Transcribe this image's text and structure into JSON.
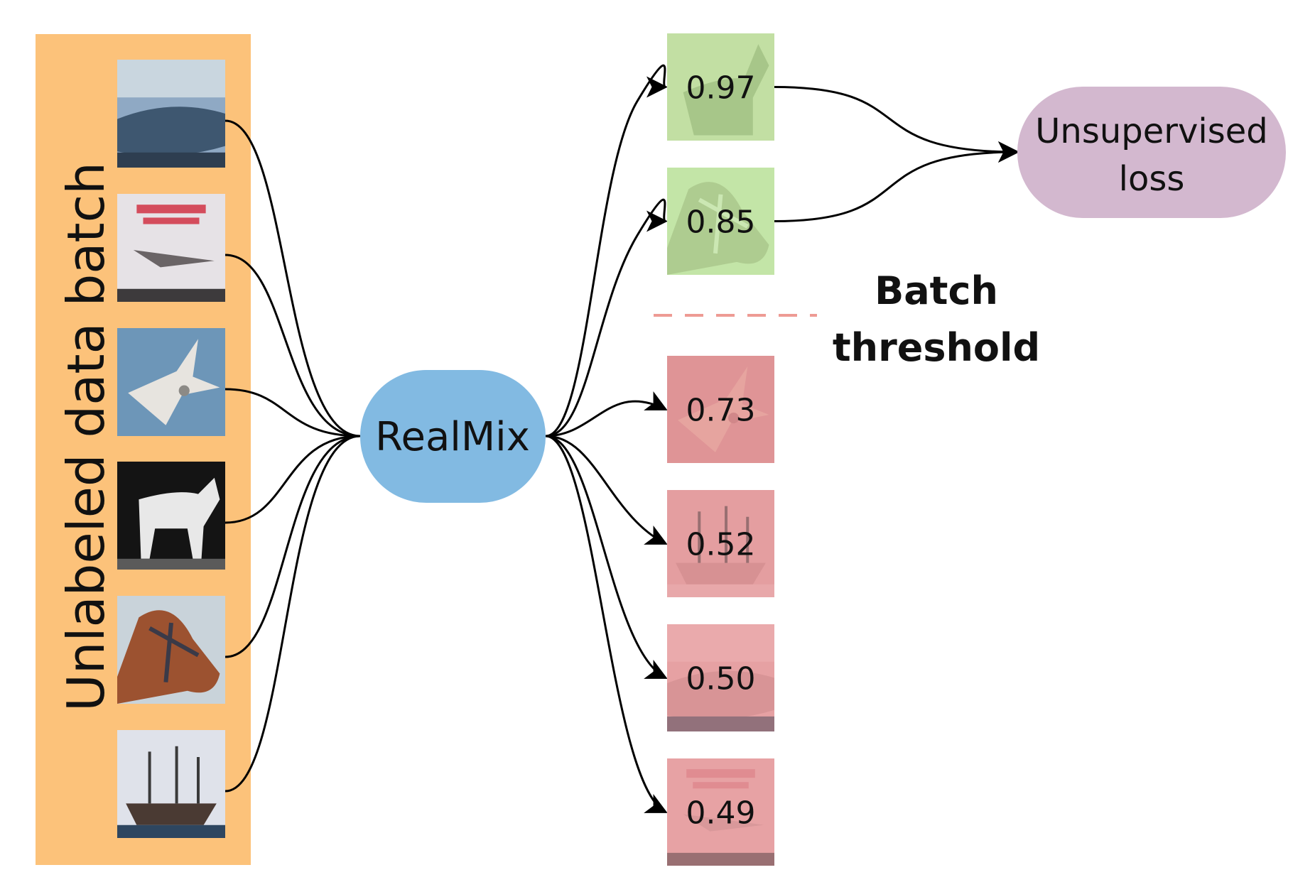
{
  "batch_panel": {
    "label": "Unlabeled data batch",
    "color": "#fcc27a",
    "images": [
      {
        "subject": "boat",
        "colors": [
          "#8fa9c4",
          "#3e5770",
          "#c9d6df"
        ]
      },
      {
        "subject": "airplane-on-book-cover",
        "colors": [
          "#e6e2e6",
          "#d44c5c",
          "#6a6466"
        ]
      },
      {
        "subject": "fighter-jet",
        "colors": [
          "#6d96b8",
          "#e7e4df",
          "#8c8a86"
        ]
      },
      {
        "subject": "white-horse",
        "colors": [
          "#141414",
          "#e8e8e8",
          "#5a5a5a"
        ]
      },
      {
        "subject": "horse-head",
        "colors": [
          "#c9d3da",
          "#9c5230",
          "#3a3a48"
        ]
      },
      {
        "subject": "ship",
        "colors": [
          "#dfe2ea",
          "#4a3a33",
          "#2e4660"
        ]
      }
    ]
  },
  "model": {
    "label": "RealMix",
    "color": "#82bae2"
  },
  "scores": [
    {
      "value": "0.97",
      "status": "above",
      "subject": "horse"
    },
    {
      "value": "0.85",
      "status": "above",
      "subject": "horse-head"
    },
    {
      "value": "0.73",
      "status": "below",
      "subject": "fighter-jet"
    },
    {
      "value": "0.52",
      "status": "below",
      "subject": "ship"
    },
    {
      "value": "0.50",
      "status": "below",
      "subject": "boat"
    },
    {
      "value": "0.49",
      "status": "below",
      "subject": "airplane-on-book-cover"
    }
  ],
  "threshold": {
    "line1": "Batch",
    "line2": "threshold",
    "line_color": "#ee9b94"
  },
  "loss": {
    "line1": "Unsupervised",
    "line2": "loss",
    "color": "#d3b8cf"
  },
  "colors": {
    "above_tint": "#bfe3a2",
    "below_tint": "#e59a9e",
    "arrow": "#000000",
    "text": "#111111"
  }
}
